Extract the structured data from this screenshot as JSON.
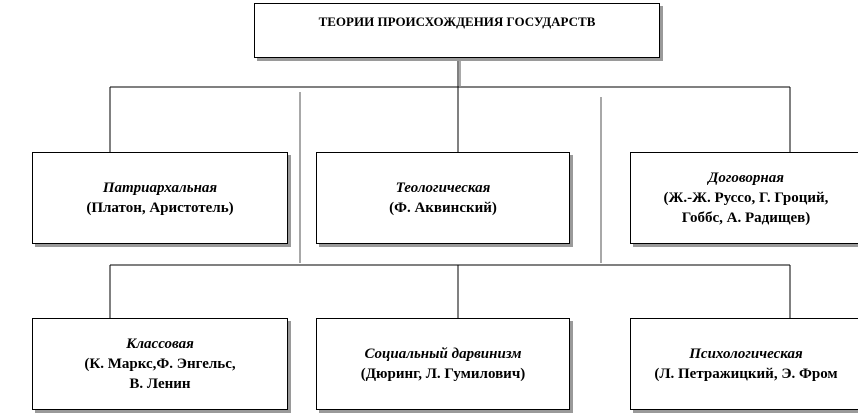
{
  "title": "ТЕОРИИ ПРОИСХОЖДЕНИЯ ГОСУДАРСТВ",
  "theories": [
    {
      "name": "Патриархальная",
      "authors": "(Платон, Аристотель)"
    },
    {
      "name": "Теологическая",
      "authors": "(Ф. Аквинский)"
    },
    {
      "name": "Договорная",
      "authors": "(Ж.-Ж. Руссо, Г. Гроций,",
      "authors2": "Гоббс, А. Радищев)"
    },
    {
      "name": "Классовая",
      "authors": "(К. Маркс,Ф.  Энгельс,",
      "authors2": "В. Ленин"
    },
    {
      "name": "Социальный дарвинизм",
      "authors": "(Дюринг, Л. Гумилович)"
    },
    {
      "name": "Психологическая",
      "authors": "(Л. Петражицкий, Э. Фром"
    }
  ]
}
